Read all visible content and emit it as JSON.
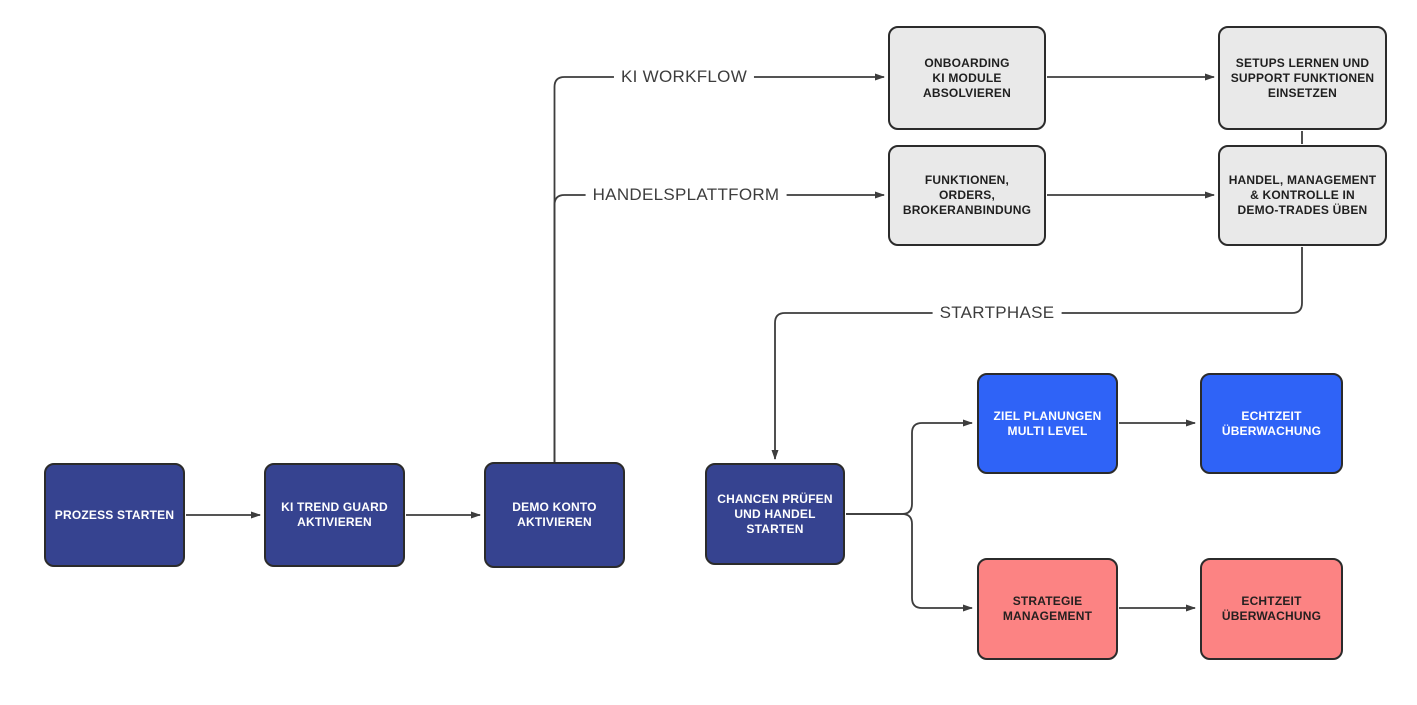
{
  "diagram": {
    "background": "#ffffff",
    "colors": {
      "navy": "#364390",
      "navy-text": "#ffffff",
      "blue": "#2f63f7",
      "blue-text": "#ffffff",
      "salmon": "#fc8383",
      "salmon-text": "#262020",
      "gray": "#e9e9e9",
      "gray-text": "#1f1f1f",
      "border": "#2b2b2b",
      "line": "#3d3d3d",
      "label-text": "#3d3d3d"
    },
    "nodes": {
      "prozess_starten": {
        "label": "PROZESS STARTEN"
      },
      "ki_trend_guard": {
        "label": "KI TREND GUARD\nAKTIVIEREN"
      },
      "demo_konto": {
        "label": "DEMO KONTO\nAKTIVIEREN"
      },
      "onboarding": {
        "label": "ONBOARDING\nKI MODULE\nABSOLVIEREN"
      },
      "setups_lernen": {
        "label": "SETUPS LERNEN UND\nSUPPORT FUNKTIONEN\nEINSETZEN"
      },
      "funktionen_orders": {
        "label": "FUNKTIONEN,\nORDERS,\nBROKERANBINDUNG"
      },
      "handel_management": {
        "label": "HANDEL, MANAGEMENT\n& KONTROLLE IN\nDEMO-TRADES ÜBEN"
      },
      "chancen_pruefen": {
        "label": "CHANCEN PRÜFEN\nUND HANDEL\nSTARTEN"
      },
      "ziel_planungen": {
        "label": "ZIEL PLANUNGEN\nMULTI LEVEL"
      },
      "echtzeit_ueberwachung_oben": {
        "label": "ECHTZEIT\nÜBERWACHUNG"
      },
      "strategie_management": {
        "label": "STRATEGIE\nMANAGEMENT"
      },
      "echtzeit_ueberwachung_unten": {
        "label": "ECHTZEIT\nÜBERWACHUNG"
      }
    },
    "edge_labels": {
      "ki_workflow": "KI WORKFLOW",
      "handelsplattform": "HANDELSPLATTFORM",
      "startphase": "STARTPHASE"
    }
  }
}
